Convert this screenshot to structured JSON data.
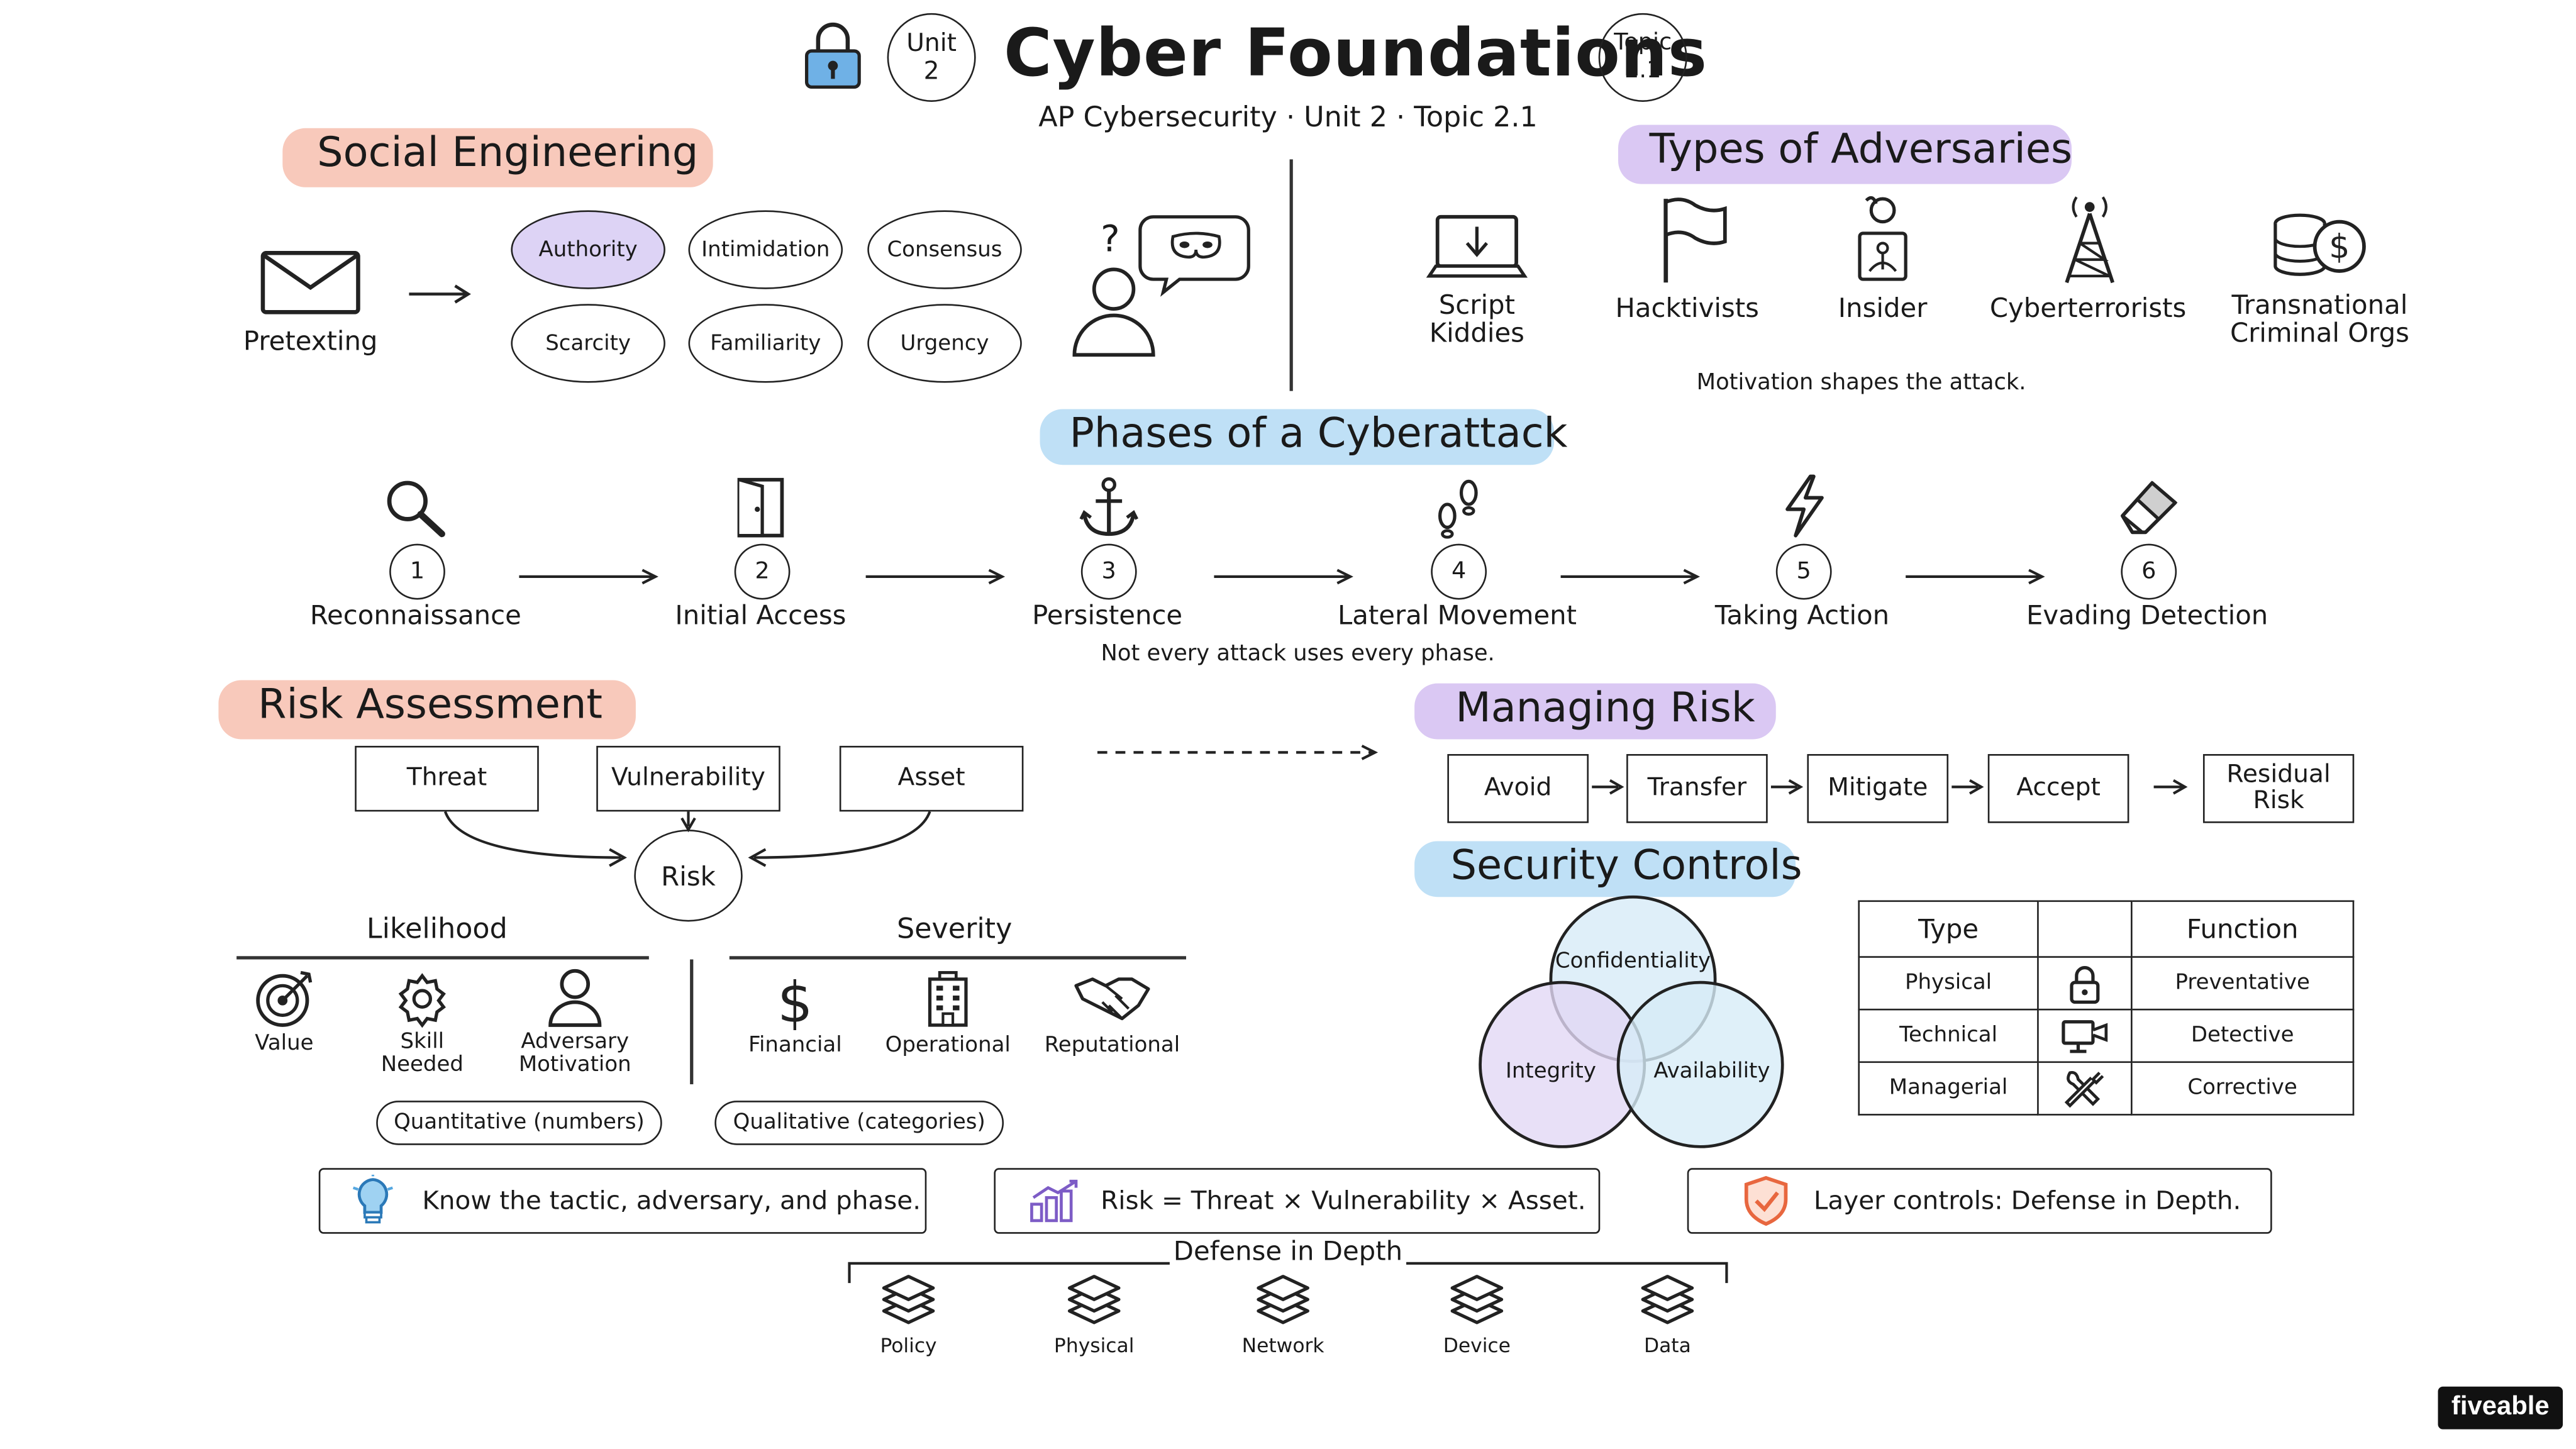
{
  "header": {
    "title": "Cyber Foundations",
    "subtitle": "AP Cybersecurity · Unit 2 · Topic 2.1",
    "unit_badge": [
      "Unit",
      "2"
    ],
    "topic_badge": [
      "Topic",
      "2.1"
    ]
  },
  "social_engineering": {
    "heading": "Social Engineering",
    "pretexting": "Pretexting",
    "tactics": [
      "Authority",
      "Intimidation",
      "Consensus",
      "Scarcity",
      "Familiarity",
      "Urgency"
    ],
    "question_mark": "?"
  },
  "adversaries": {
    "heading": "Types of Adversaries",
    "items": [
      {
        "label_1": "Script",
        "label_2": "Kiddies",
        "icon": "laptop-download-icon"
      },
      {
        "label_1": "Hacktivists",
        "label_2": "",
        "icon": "flag-icon"
      },
      {
        "label_1": "Insider",
        "label_2": "",
        "icon": "insider-badge-icon"
      },
      {
        "label_1": "Cyberterrorists",
        "label_2": "",
        "icon": "radio-tower-icon"
      },
      {
        "label_1": "Transnational",
        "label_2": "Criminal Orgs",
        "icon": "coins-dollar-icon"
      }
    ],
    "note": "Motivation shapes the attack."
  },
  "phases": {
    "heading": "Phases of a Cyberattack",
    "items": [
      {
        "number": "1",
        "label": "Reconnaissance",
        "icon": "magnifier-icon"
      },
      {
        "number": "2",
        "label": "Initial Access",
        "icon": "door-icon"
      },
      {
        "number": "3",
        "label": "Persistence",
        "icon": "anchor-icon"
      },
      {
        "number": "4",
        "label": "Lateral Movement",
        "icon": "footprints-icon"
      },
      {
        "number": "5",
        "label": "Taking Action",
        "icon": "lightning-icon"
      },
      {
        "number": "6",
        "label": "Evading Detection",
        "icon": "eraser-icon"
      }
    ],
    "note": "Not every attack uses every phase."
  },
  "risk_assessment": {
    "heading": "Risk Assessment",
    "factors": [
      "Threat",
      "Vulnerability",
      "Asset"
    ],
    "result": "Risk",
    "likelihood": {
      "title": "Likelihood",
      "items": [
        {
          "label_1": "Value",
          "label_2": "",
          "icon": "target-icon"
        },
        {
          "label_1": "Skill",
          "label_2": "Needed",
          "icon": "gear-icon"
        },
        {
          "label_1": "Adversary",
          "label_2": "Motivation",
          "icon": "person-icon"
        }
      ],
      "pill": "Quantitative (numbers)"
    },
    "severity": {
      "title": "Severity",
      "items": [
        {
          "label": "Financial",
          "icon": "dollar-icon"
        },
        {
          "label": "Operational",
          "icon": "building-icon"
        },
        {
          "label": "Reputational",
          "icon": "handshake-icon"
        }
      ],
      "pill": "Qualitative (categories)"
    }
  },
  "managing_risk": {
    "heading": "Managing Risk",
    "steps": [
      "Avoid",
      "Transfer",
      "Mitigate",
      "Accept"
    ],
    "residual_1": "Residual",
    "residual_2": "Risk"
  },
  "security_controls": {
    "heading": "Security Controls",
    "triad": [
      "Confidentiality",
      "Integrity",
      "Availability"
    ],
    "table": {
      "headers": [
        "Type",
        "",
        "Function"
      ],
      "rows": [
        {
          "type": "Physical",
          "icon": "padlock-icon",
          "function": "Preventative"
        },
        {
          "type": "Technical",
          "icon": "monitor-camera-icon",
          "function": "Detective"
        },
        {
          "type": "Managerial",
          "icon": "tools-icon",
          "function": "Corrective"
        }
      ]
    }
  },
  "callouts": [
    {
      "text": "Know the tactic, adversary, and phase.",
      "icon": "lightbulb-icon"
    },
    {
      "text": "Risk = Threat × Vulnerability × Asset.",
      "icon": "bar-chart-icon"
    },
    {
      "text": "Layer controls: Defense in Depth.",
      "icon": "shield-check-icon"
    }
  ],
  "defense_in_depth": {
    "title": "Defense in Depth",
    "layers": [
      "Policy",
      "Physical",
      "Network",
      "Device",
      "Data"
    ]
  },
  "brand": "fiveable",
  "colors": {
    "social_highlight": "#f6b7a4",
    "adversary_highlight": "#cdb6ef",
    "phases_highlight": "#a9d6f3",
    "risk_highlight": "#f6b7a4",
    "managing_highlight": "#cdb6ef",
    "controls_highlight": "#a9d6f3",
    "authority_fill": "#ddd3f5",
    "confidentiality_fill": "#d9ecf8",
    "integrity_fill": "#e2d8f5",
    "availability_fill": "#d7ecf7",
    "lock_blue": "#6fb1e6",
    "shield_orange": "#e8673f",
    "chart_purple": "#7d5cc6",
    "bulb_blue": "#55a7e0"
  }
}
